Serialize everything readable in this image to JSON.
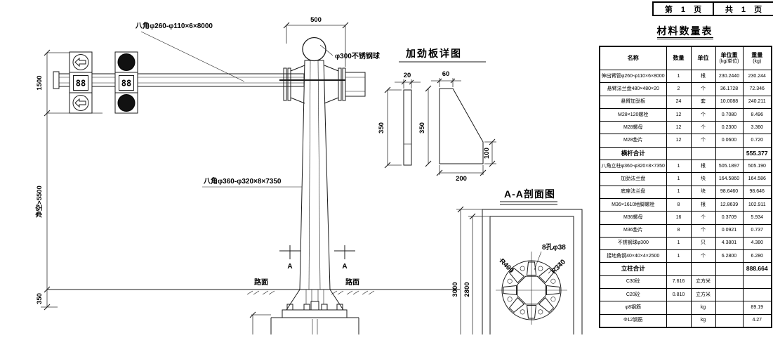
{
  "page_header": {
    "page_label": "第 1 页",
    "total_label": "共 1 页"
  },
  "materials_table": {
    "title": "材料数量表",
    "headers": {
      "name": "名称",
      "qty": "数量",
      "unit": "单位",
      "unit_weight_line1": "单位重",
      "unit_weight_line2": "(kg/单位)",
      "weight_line1": "重量",
      "weight_line2": "(kg)"
    },
    "rows": [
      {
        "name": "伸出臂管φ260-φ110×6×8000",
        "qty": "1",
        "unit": "根",
        "unit_weight": "230.2440",
        "weight": "230.244"
      },
      {
        "name": "悬臂法兰盘480×480×20",
        "qty": "2",
        "unit": "个",
        "unit_weight": "36.1728",
        "weight": "72.346"
      },
      {
        "name": "悬臂加劲板",
        "qty": "24",
        "unit": "套",
        "unit_weight": "10.0088",
        "weight": "240.211"
      },
      {
        "name": "M28×120螺栓",
        "qty": "12",
        "unit": "个",
        "unit_weight": "0.7080",
        "weight": "8.496"
      },
      {
        "name": "M28螺母",
        "qty": "12",
        "unit": "个",
        "unit_weight": "0.2300",
        "weight": "3.360"
      },
      {
        "name": "M28垫片",
        "qty": "12",
        "unit": "个",
        "unit_weight": "0.0600",
        "weight": "0.720"
      },
      {
        "name": "横杆合计",
        "bold": true,
        "weight": "555.377"
      },
      {
        "name": "八角立柱φ360-φ320×8×7350",
        "qty": "1",
        "unit": "根",
        "unit_weight": "505.1897",
        "weight": "505.190"
      },
      {
        "name": "加劲法兰盘",
        "qty": "1",
        "unit": "块",
        "unit_weight": "164.5860",
        "weight": "164.586"
      },
      {
        "name": "底座法兰盘",
        "qty": "1",
        "unit": "块",
        "unit_weight": "98.6460",
        "weight": "98.646"
      },
      {
        "name": "M36×1610地脚螺栓",
        "qty": "8",
        "unit": "根",
        "unit_weight": "12.8639",
        "weight": "102.911"
      },
      {
        "name": "M36螺母",
        "qty": "16",
        "unit": "个",
        "unit_weight": "0.3709",
        "weight": "5.934"
      },
      {
        "name": "M36垫片",
        "qty": "8",
        "unit": "个",
        "unit_weight": "0.0921",
        "weight": "0.737"
      },
      {
        "name": "不锈钢球φ300",
        "qty": "1",
        "unit": "只",
        "unit_weight": "4.3801",
        "weight": "4.380"
      },
      {
        "name": "接地角钢40×40×4×2500",
        "qty": "1",
        "unit": "个",
        "unit_weight": "6.2800",
        "weight": "6.280"
      },
      {
        "name": "立柱合计",
        "bold": true,
        "weight": "888.664"
      },
      {
        "name": "C30砼",
        "qty": "7.616",
        "unit": "立方米"
      },
      {
        "name": "C20砼",
        "qty": "0.810",
        "unit": "立方米"
      },
      {
        "name": "φ8钢筋",
        "unit": "kg",
        "weight": "89.19"
      },
      {
        "name": "Φ12钢筋",
        "unit": "kg",
        "weight": "4.27"
      }
    ]
  },
  "elevation": {
    "arm_label": "八角φ260-φ110×6×8000",
    "ball_label": "φ300不锈钢球",
    "pole_label": "八角φ360-φ320×8×7350",
    "signal_digits": "88",
    "road_surface_left": "路面",
    "road_surface_right": "路面",
    "section_marker_left": "A",
    "section_marker_right": "A",
    "dim_500": "500",
    "dim_1500": "1500",
    "dim_clearance": "净空>5500",
    "dim_350": "350"
  },
  "stiffener_detail": {
    "title": "加劲板详图",
    "dim_thickness": "20",
    "dim_height_side": "350",
    "dim_top": "60",
    "dim_height": "350",
    "dim_right": "100",
    "dim_bottom": "200"
  },
  "section_view": {
    "title": "A-A剖面图",
    "holes_label": "8孔φ38",
    "radius_outer": "R400",
    "radius_inner": "R340",
    "dim_outer": "3000",
    "dim_inner": "2800"
  }
}
